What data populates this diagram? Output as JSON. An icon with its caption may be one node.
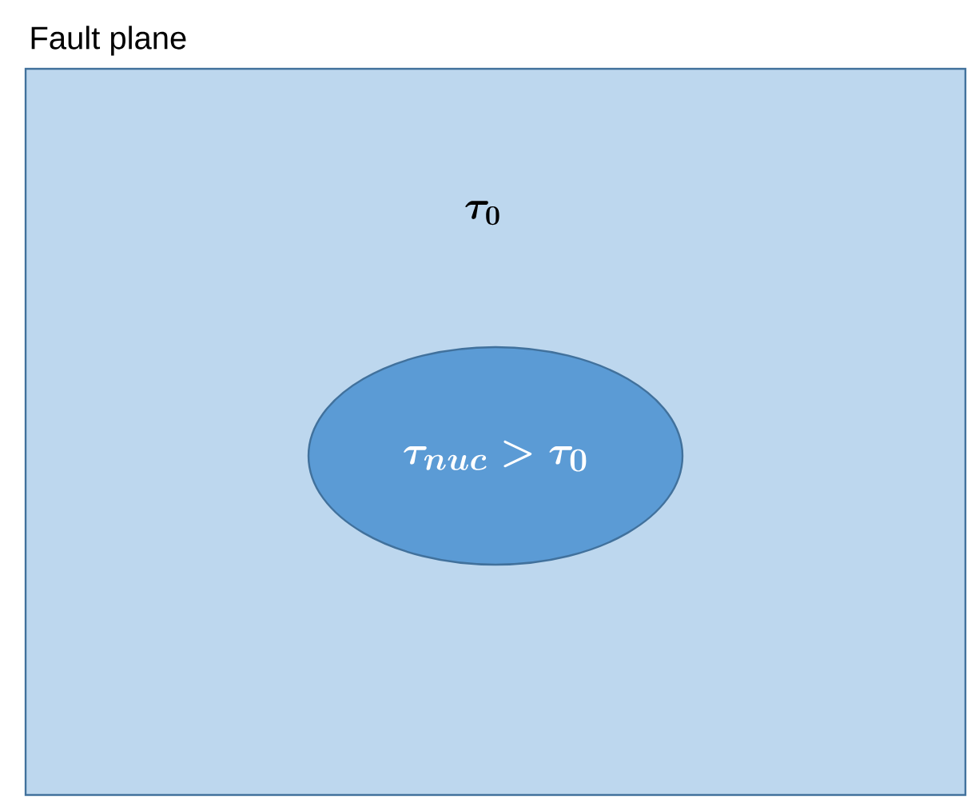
{
  "diagram": {
    "nodes": [
      {
        "text": [
          "Fault plane",
          "\\boldsymbol{\\tau_0}"
        ]
      },
      {
        "text": [
          "\\boldsymbol{\\tau_{nuc} > \\tau_0}"
        ],
        "in": 0
      }
    ],
    "edges": []
  }
}
